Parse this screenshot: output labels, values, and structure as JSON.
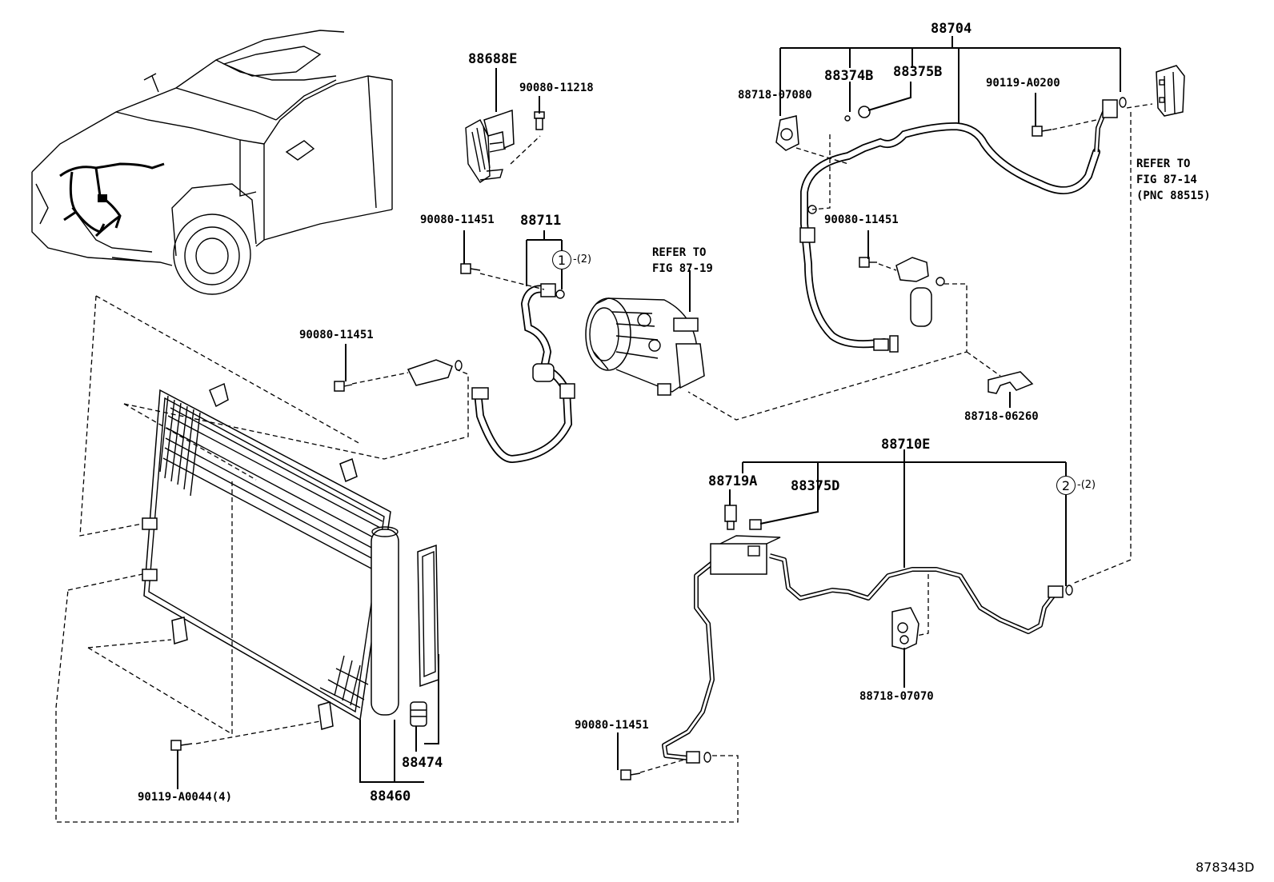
{
  "labels": {
    "p88704": "88704",
    "p88688E": "88688E",
    "p90080_11218": "90080-11218",
    "p88374B": "88374B",
    "p88375B": "88375B",
    "p88718_07080": "88718-07080",
    "p90119_A0200": "90119-A0200",
    "ref_87_14_line1": "REFER TO",
    "ref_87_14_line2": "FIG 87-14",
    "ref_87_14_line3": "(PNC 88515)",
    "p90080_11451_a": "90080-11451",
    "p88711": "88711",
    "circle1_num": "1",
    "circle1_qty": "-(2)",
    "ref_87_19_line1": "REFER TO",
    "ref_87_19_line2": "FIG 87-19",
    "p90080_11451_b": "90080-11451",
    "p90080_11451_c": "90080-11451",
    "p88718_06260": "88718-06260",
    "p88710E": "88710E",
    "p88719A": "88719A",
    "p88375D": "88375D",
    "circle2_num": "2",
    "circle2_qty": "-(2)",
    "p88718_07070": "88718-07070",
    "p90080_11451_d": "90080-11451",
    "p88474": "88474",
    "p90119_A0044": "90119-A0044(4)",
    "p88460": "88460",
    "figure_id": "878343D"
  }
}
